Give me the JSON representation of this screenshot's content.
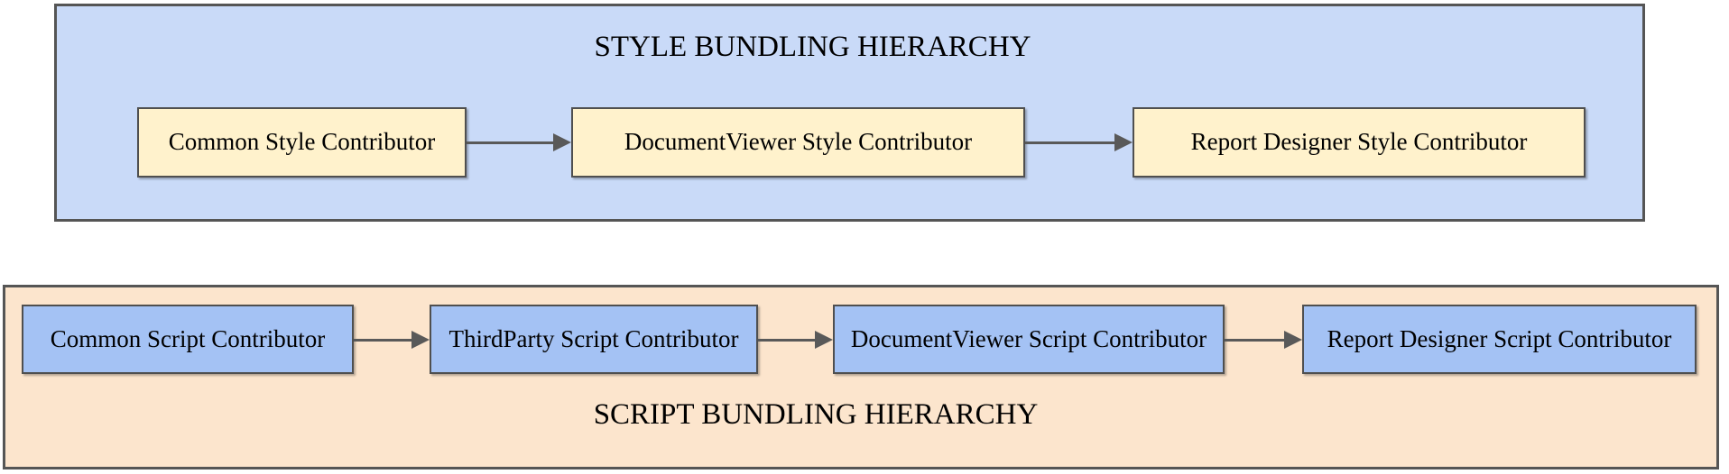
{
  "style_hierarchy": {
    "title": "STYLE BUNDLING HIERARCHY",
    "nodes": [
      "Common Style Contributor",
      "DocumentViewer Style Contributor",
      "Report Designer Style Contributor"
    ]
  },
  "script_hierarchy": {
    "title": "SCRIPT BUNDLING HIERARCHY",
    "nodes": [
      "Common Script Contributor",
      "ThirdParty Script Contributor",
      "DocumentViewer Script Contributor",
      "Report Designer Script Contributor"
    ]
  },
  "colors": {
    "page-bg": "#FFFFFF",
    "style-container-fill": "#C9DAF8",
    "style-node-fill": "#FFF2CC",
    "script-container-fill": "#FCE5CD",
    "script-node-fill": "#A4C2F4",
    "container-border": "#555555",
    "node-border": "#4F4F4F",
    "arrow": "#595959",
    "text": "#000000"
  }
}
